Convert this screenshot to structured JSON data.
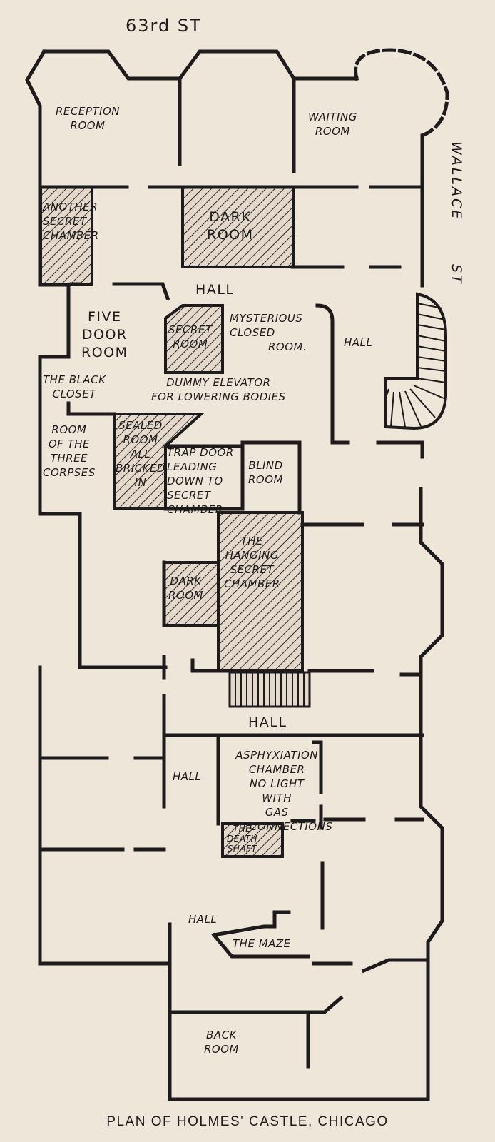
{
  "streets": {
    "top": "63rd  ST",
    "side_1": "WALLACE",
    "side_2": "ST"
  },
  "rooms": {
    "reception": [
      "RECEPTION",
      "ROOM"
    ],
    "waiting": [
      "WAITING",
      "ROOM"
    ],
    "another_secret": [
      "ANOTHER",
      "SECRET",
      "CHAMBER"
    ],
    "dark_room_1": [
      "DARK",
      "ROOM"
    ],
    "hall_1": "HALL",
    "five_door": [
      "FIVE",
      "DOOR",
      "ROOM"
    ],
    "secret_room": [
      "SECRET",
      "ROOM"
    ],
    "mysterious": [
      "MYSTERIOUS",
      "CLOSED",
      "ROOM."
    ],
    "hall_2": "HALL",
    "black_closet": [
      "THE BLACK",
      "CLOSET"
    ],
    "dummy_elevator": [
      "DUMMY ELEVATOR",
      "FOR LOWERING BODIES"
    ],
    "three_corpses": [
      "ROOM",
      "OF THE",
      "THREE",
      "CORPSES"
    ],
    "sealed": [
      "SEALED",
      "ROOM",
      "ALL",
      "BRICKED",
      "IN"
    ],
    "trap_door": [
      "TRAP DOOR",
      "LEADING",
      "DOWN TO",
      "SECRET",
      "CHAMBER"
    ],
    "blind": [
      "BLIND",
      "ROOM"
    ],
    "hanging": [
      "THE",
      "HANGING",
      "SECRET",
      "CHAMBER"
    ],
    "dark_room_2": [
      "DARK",
      "ROOM"
    ],
    "hall_3": "HALL",
    "hall_4": "HALL",
    "asphyxiation": [
      "ASPHYXIATION",
      "CHAMBER",
      "NO LIGHT",
      "WITH",
      "GAS",
      "CONNECTIONS"
    ],
    "death_shaft": [
      "THE",
      "DEATH",
      "SHAFT"
    ],
    "hall_5": "HALL",
    "maze": "THE MAZE",
    "back": [
      "BACK",
      "ROOM"
    ]
  },
  "caption": "PLAN OF HOLMES' CASTLE, CHICAGO"
}
